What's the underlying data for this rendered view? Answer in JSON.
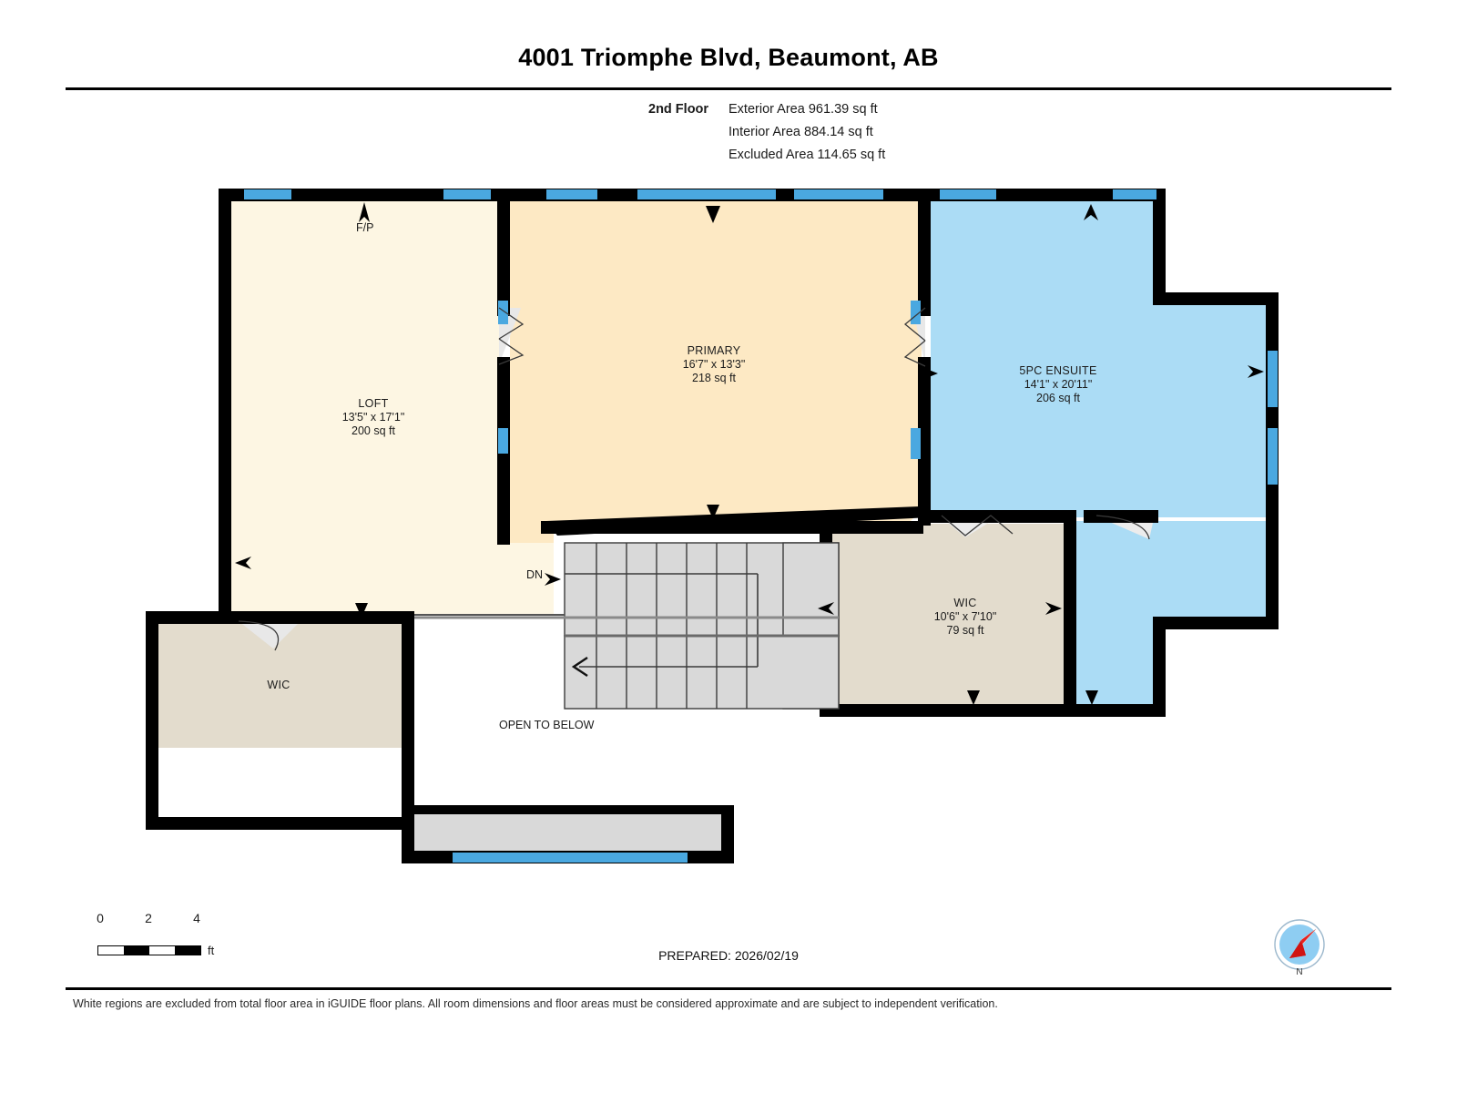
{
  "header": {
    "title": "4001 Triomphe Blvd, Beaumont, AB"
  },
  "summary": {
    "floor_label": "2nd Floor",
    "exterior_area": "Exterior Area 961.39 sq ft",
    "interior_area": "Interior Area 884.14 sq ft",
    "excluded_area": "Excluded Area 114.65 sq ft"
  },
  "rooms": [
    {
      "name": "LOFT",
      "dimensions": "13'5\" x 17'1\"",
      "area": "200 sq ft",
      "fill": "#fdf6e3"
    },
    {
      "name": "PRIMARY",
      "dimensions": "16'7\" x 13'3\"",
      "area": "218 sq ft",
      "fill": "#fde9c4"
    },
    {
      "name": "5PC ENSUITE",
      "dimensions": "14'1\" x 20'11\"",
      "area": "206 sq ft",
      "fill": "#abdcf5"
    },
    {
      "name": "WIC",
      "dimensions": "10'6\" x 7'10\"",
      "area": "79 sq ft",
      "fill": "#e3dccd"
    },
    {
      "name": "WIC",
      "dimensions": "",
      "area": "",
      "fill": "#e3dccd"
    }
  ],
  "annotations": {
    "fireplace": "F/P",
    "stairs_down": "DN",
    "open_to_below": "OPEN TO BELOW"
  },
  "scale": {
    "ticks": [
      "0",
      "2",
      "4"
    ],
    "unit": "ft"
  },
  "prepared": "PREPARED: 2026/02/19",
  "disclaimer": "White regions are excluded from total floor area in iGUIDE floor plans. All room dimensions and floor areas must be considered approximate and are subject to independent verification.",
  "compass": {
    "north_label": "N"
  },
  "colors": {
    "wall": "#000000",
    "window": "#4aa8e0",
    "stairs": "#d9d9d9",
    "loft_fill": "#fdf6e3",
    "primary_fill": "#fde9c4",
    "ensuite_fill": "#abdcf5",
    "wic_fill": "#e3dccd"
  }
}
